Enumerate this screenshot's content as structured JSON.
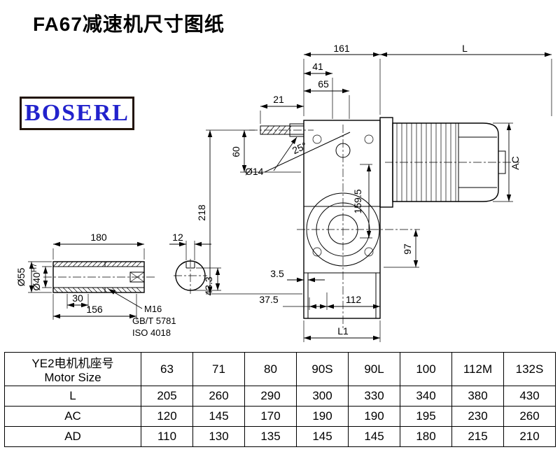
{
  "page": {
    "title": "FA67减速机尺寸图纸"
  },
  "logo": {
    "text": "BOSERL"
  },
  "drawing": {
    "main_dims": {
      "w161": "161",
      "L": "L",
      "w41": "41",
      "w65": "65",
      "w21": "21",
      "h60": "60",
      "h218": "218",
      "dia14": "Ø14",
      "angle25": "25°",
      "AC": "AC",
      "h159_5": "159.5",
      "h97": "97",
      "t3_5": "3.5",
      "w37_5": "37.5",
      "w112": "112",
      "L1": "L1"
    },
    "shaft_dims": {
      "len180": "180",
      "dia55": "Ø55",
      "dia40": "Ø40",
      "tol40": "H7",
      "len30": "30",
      "len156": "156",
      "thread": "M16",
      "std_gb": "GB/T 5781",
      "std_iso": "ISO 4018",
      "key12": "12",
      "key43_3": "43.3"
    }
  },
  "table": {
    "header": {
      "line1": "YE2电机机座号",
      "line2": "Motor Size"
    },
    "sizes": [
      "63",
      "71",
      "80",
      "90S",
      "90L",
      "100",
      "112M",
      "132S"
    ],
    "rows": [
      {
        "label": "L",
        "values": [
          "205",
          "260",
          "290",
          "300",
          "330",
          "340",
          "380",
          "430"
        ]
      },
      {
        "label": "AC",
        "values": [
          "120",
          "145",
          "170",
          "190",
          "190",
          "195",
          "230",
          "260"
        ]
      },
      {
        "label": "AD",
        "values": [
          "110",
          "130",
          "135",
          "145",
          "145",
          "180",
          "215",
          "210"
        ]
      }
    ]
  }
}
